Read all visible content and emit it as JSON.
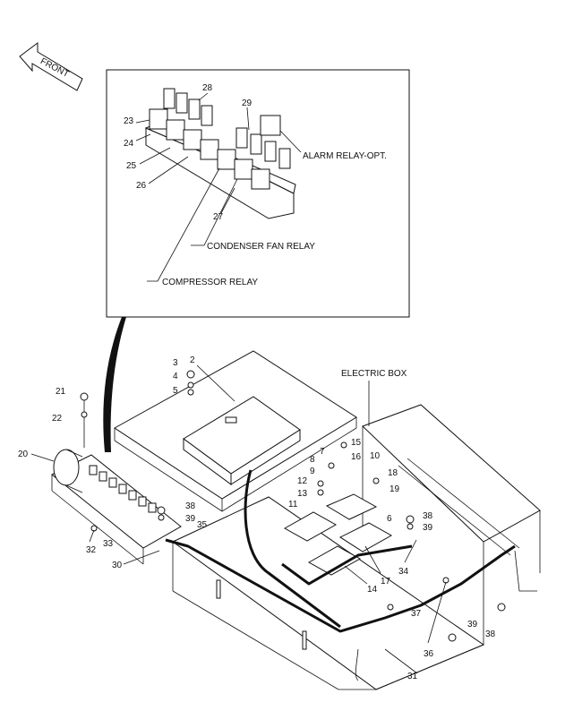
{
  "front_label": "FRONT",
  "inset_captions": {
    "alarm_relay": "ALARM RELAY-OPT.",
    "condenser_fan_relay": "CONDENSER FAN RELAY",
    "compressor_relay": "COMPRESSOR RELAY"
  },
  "main_caption": "ELECTRIC BOX",
  "callouts": {
    "n2": "2",
    "n3": "3",
    "n4": "4",
    "n5": "5",
    "n6": "6",
    "n7": "7",
    "n8": "8",
    "n9": "9",
    "n10": "10",
    "n11": "11",
    "n12": "12",
    "n13": "13",
    "n14": "14",
    "n15": "15",
    "n16": "16",
    "n17": "17",
    "n18": "18",
    "n19": "19",
    "n20": "20",
    "n21": "21",
    "n22": "22",
    "n23": "23",
    "n24": "24",
    "n25": "25",
    "n26": "26",
    "n27": "27",
    "n28": "28",
    "n29": "29",
    "n30": "30",
    "n31": "31",
    "n32": "32",
    "n33": "33",
    "n34": "34",
    "n35": "35",
    "n36": "36",
    "n37": "37",
    "n38a": "38",
    "n38b": "38",
    "n38c": "38",
    "n39a": "39",
    "n39b": "39",
    "n39c": "39"
  }
}
